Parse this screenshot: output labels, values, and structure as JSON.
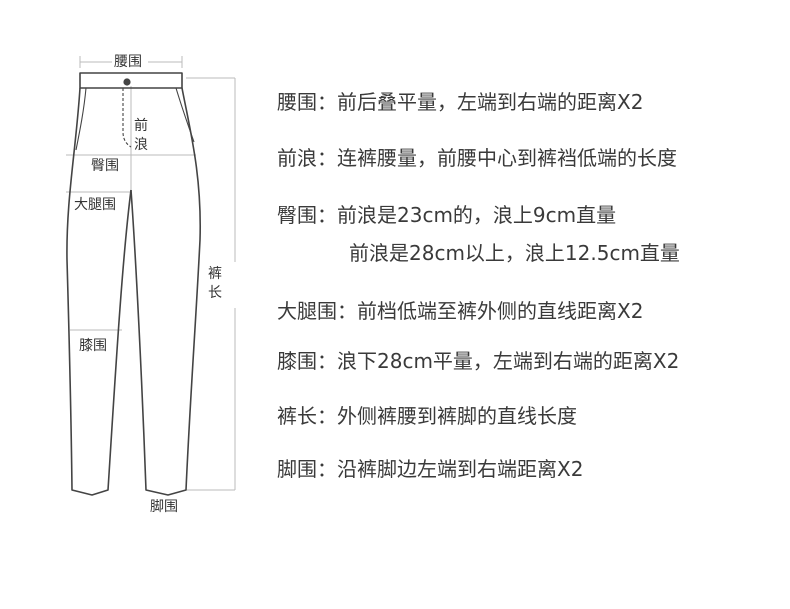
{
  "diagram": {
    "labels": {
      "waist": "腰围",
      "front_rise": "前浪",
      "hip": "臀围",
      "thigh": "大腿围",
      "knee": "膝围",
      "length": "裤长",
      "leg_opening": "脚围"
    }
  },
  "colon": "：",
  "definitions": [
    {
      "term": "腰围",
      "desc": "前后叠平量，左端到右端的距离X2"
    },
    {
      "term": "前浪",
      "desc": "连裤腰量，前腰中心到裤裆低端的长度"
    },
    {
      "term": "臀围",
      "desc": "前浪是23cm的，浪上9cm直量",
      "desc_2": "前浪是28cm以上，浪上12.5cm直量"
    },
    {
      "term": "大腿围",
      "desc": "前档低端至裤外侧的直线距离X2"
    },
    {
      "term": "膝围",
      "desc": "浪下28cm平量，左端到右端的距离X2"
    },
    {
      "term": "裤长",
      "desc": "外侧裤腰到裤脚的直线长度"
    },
    {
      "term": "脚围",
      "desc": "沿裤脚边左端到右端距离X2"
    }
  ],
  "colors": {
    "outline": "#444444",
    "measure": "#bbbbbb",
    "text": "#333333"
  }
}
